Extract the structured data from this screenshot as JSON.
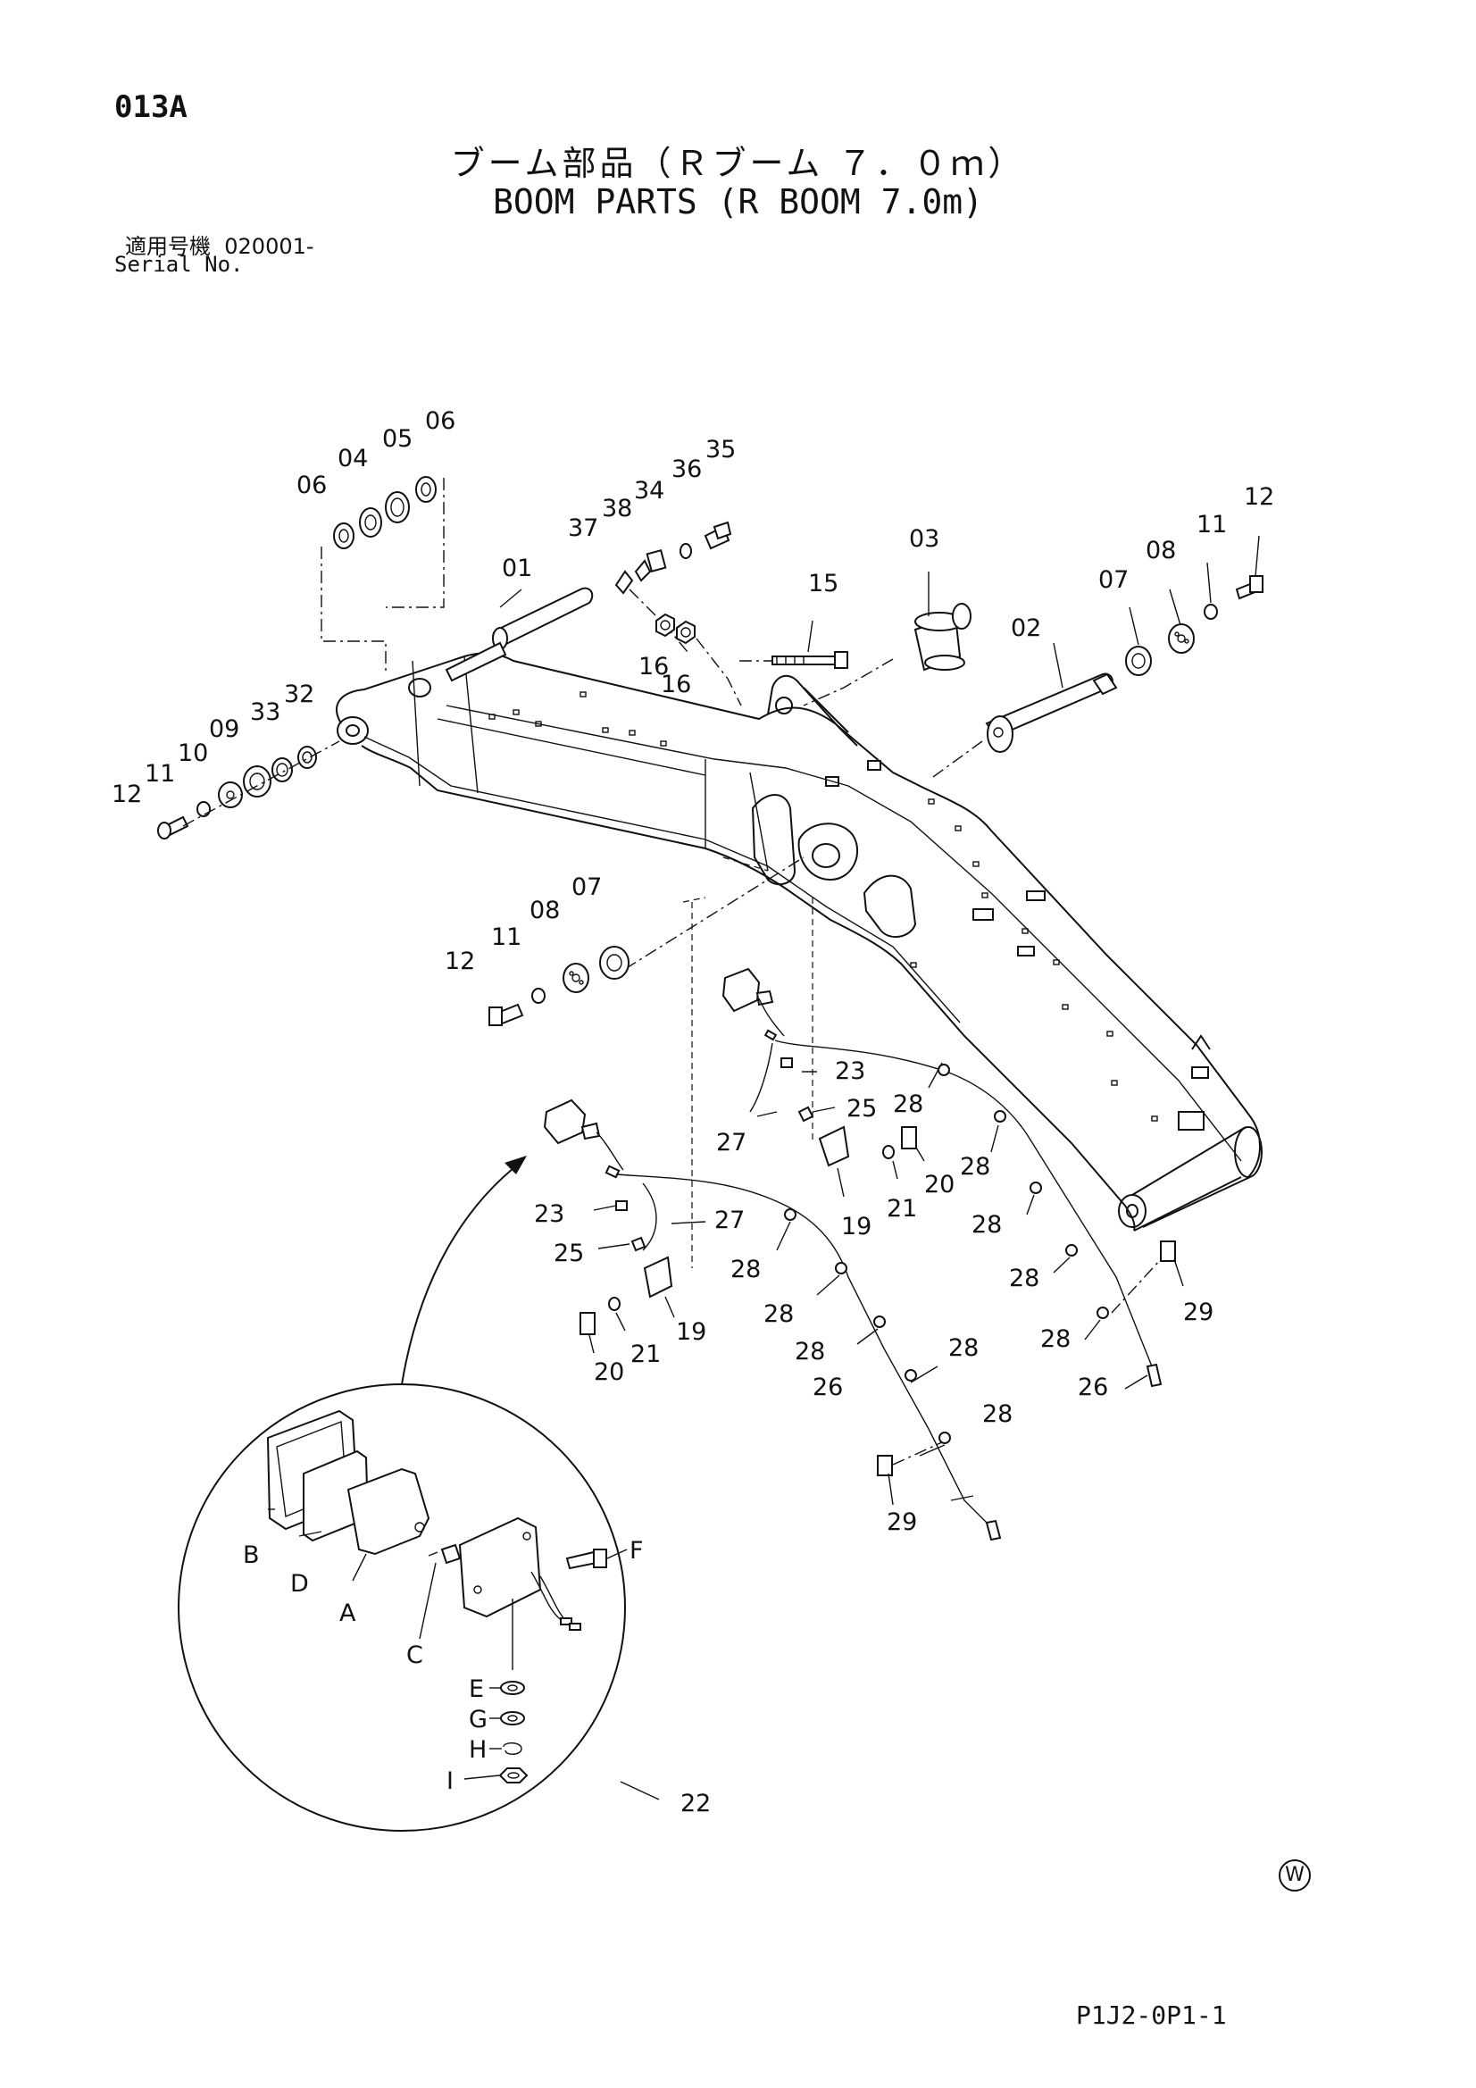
{
  "header": {
    "page_code": "013A",
    "title_jp": "ブーム部品（Ｒブーム ７．０ｍ）",
    "title_en": "BOOM PARTS (R BOOM 7.0m)",
    "serial_label_jp": "適用号機",
    "serial_range": "020001-",
    "serial_label_en": "Serial No."
  },
  "callouts": {
    "p01": "01",
    "p02": "02",
    "p03": "03",
    "p04": "04",
    "p05": "05",
    "p06": "06",
    "p07": "07",
    "p08": "08",
    "p09": "09",
    "p10": "10",
    "p11": "11",
    "p12": "12",
    "p15": "15",
    "p16": "16",
    "p19": "19",
    "p20": "20",
    "p21": "21",
    "p22": "22",
    "p23": "23",
    "p25": "25",
    "p26": "26",
    "p27": "27",
    "p28": "28",
    "p29": "29",
    "p32": "32",
    "p33": "33",
    "p34": "34",
    "p35": "35",
    "p36": "36",
    "p37": "37",
    "p38": "38"
  },
  "detail_letters": {
    "A": "A",
    "B": "B",
    "C": "C",
    "D": "D",
    "E": "E",
    "F": "F",
    "G": "G",
    "H": "H",
    "I": "I"
  },
  "footer": {
    "drawing_code": "P1J2-0P1-1",
    "mark": "W"
  },
  "colors": {
    "ink": "#111111",
    "paper": "#ffffff"
  }
}
